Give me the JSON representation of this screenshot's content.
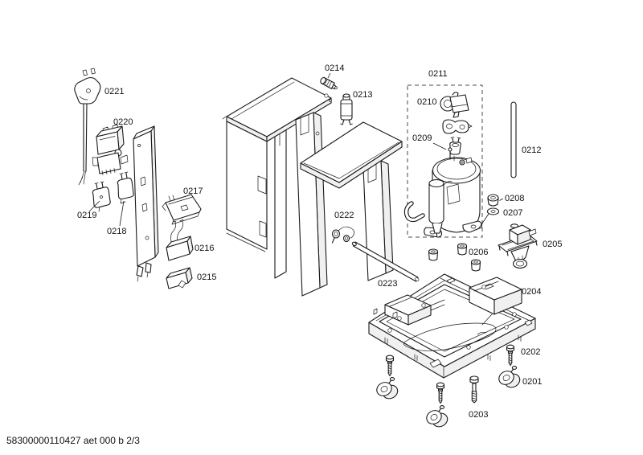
{
  "page": {
    "background": "#ffffff",
    "line_color": "#1a1a1a",
    "footer_code": "58300000110427 aet 000 b 2/3"
  },
  "diagram": {
    "kind": "exploded-parts-diagram",
    "dashed_group": "0211",
    "parts": {
      "p0201": {
        "label": "0201"
      },
      "p0202": {
        "label": "0202"
      },
      "p0203": {
        "label": "0203"
      },
      "p0204": {
        "label": "0204"
      },
      "p0205": {
        "label": "0205"
      },
      "p0206": {
        "label": "0206"
      },
      "p0207": {
        "label": "0207"
      },
      "p0208": {
        "label": "0208"
      },
      "p0209": {
        "label": "0209"
      },
      "p0210": {
        "label": "0210"
      },
      "p0211": {
        "label": "0211"
      },
      "p0212": {
        "label": "0212"
      },
      "p0213": {
        "label": "0213"
      },
      "p0214": {
        "label": "0214"
      },
      "p0215": {
        "label": "0215"
      },
      "p0216": {
        "label": "0216"
      },
      "p0217": {
        "label": "0217"
      },
      "p0218": {
        "label": "0218"
      },
      "p0219": {
        "label": "0219"
      },
      "p0220": {
        "label": "0220"
      },
      "p0221": {
        "label": "0221"
      },
      "p0222": {
        "label": "0222"
      },
      "p0223": {
        "label": "0223"
      }
    }
  }
}
